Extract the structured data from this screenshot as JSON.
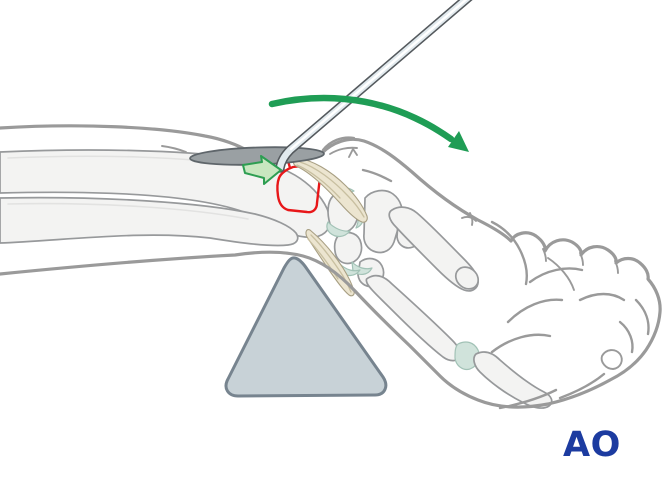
{
  "figure": {
    "kind": "medical-illustration",
    "subject": "Reduction of a dorsal distal radius fragment with an elevator through a dorsal incision while flexing the wrist over a triangular support"
  },
  "logo": {
    "text": "AO"
  },
  "icons": {
    "rotation_arrow": "curved-green-arrow-flexion",
    "pressure_arrow": "green-block-arrow-right",
    "fracture_mark": "red-fragment-outline",
    "instrument": "periosteal-elevator",
    "support": "triangular-wedge-support"
  },
  "colors": {
    "skin_outline": "#9a9a9a",
    "bone_fill": "#f3f3f2",
    "bone_outline": "#97999b",
    "bone_inner": "#e2e2e1",
    "cartilage_fill": "#d0e3db",
    "cartilage_outline": "#a2c2b6",
    "tendon_fill": "#ece5d0",
    "tendon_outline": "#a89f83",
    "tendon_stria": "#c8bfa0",
    "incision_fill": "#9aa0a3",
    "incision_outline": "#5f666b",
    "instrument_fill": "#e2eaee",
    "instrument_outline": "#54595d",
    "support_fill": "#c8d2d7",
    "support_outline": "#77848f",
    "arrow_green": "#1f9d55",
    "block_arrow_fill": "#c8e7c0",
    "block_arrow_stroke": "#2d9e52",
    "fracture_red": "#e81719",
    "logo_blue": "#1c3ba0"
  }
}
